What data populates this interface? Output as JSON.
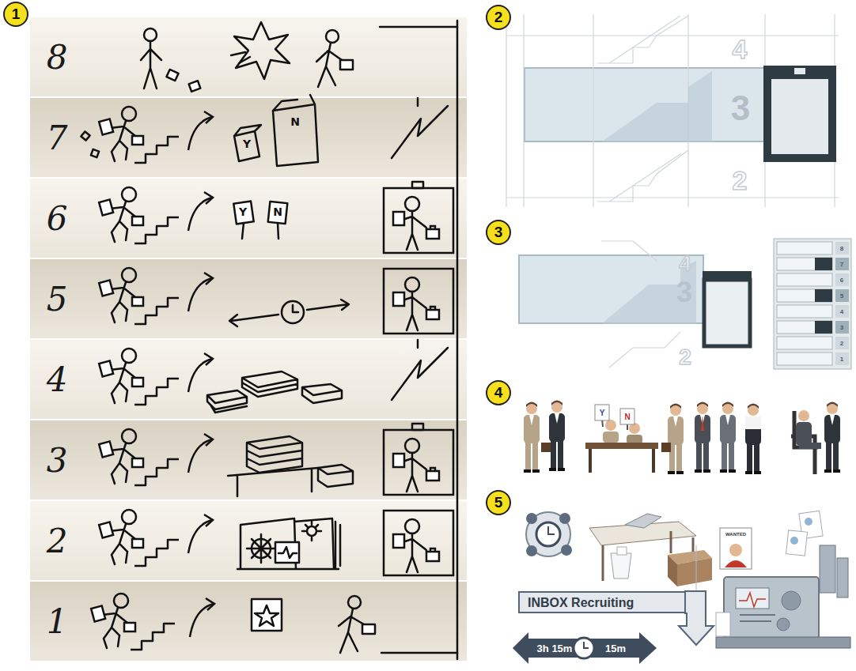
{
  "diagram": {
    "nodes": [
      {
        "text": [
          "8"
        ]
      },
      {
        "text": [
          "7"
        ]
      },
      {
        "text": [
          "6"
        ]
      },
      {
        "text": [
          "5"
        ]
      },
      {
        "text": [
          "4"
        ]
      },
      {
        "text": [
          "3"
        ]
      },
      {
        "text": [
          "2"
        ]
      },
      {
        "text": [
          "1"
        ]
      },
      {
        "text": [
          "3"
        ]
      },
      {
        "text": [
          "3"
        ]
      },
      {
        "text": [
          "INBOX Recruiting"
        ]
      },
      {
        "text": [
          "3h 15m",
          "15m"
        ]
      }
    ],
    "labels": [
      "1",
      "Y",
      "N",
      "Y",
      "N",
      "2",
      "4",
      "2",
      "3",
      "4",
      "2",
      "8",
      "7",
      "6",
      "5",
      "4",
      "3",
      "2",
      "1",
      "4",
      "Y",
      "N",
      "5",
      "WANTED"
    ]
  }
}
